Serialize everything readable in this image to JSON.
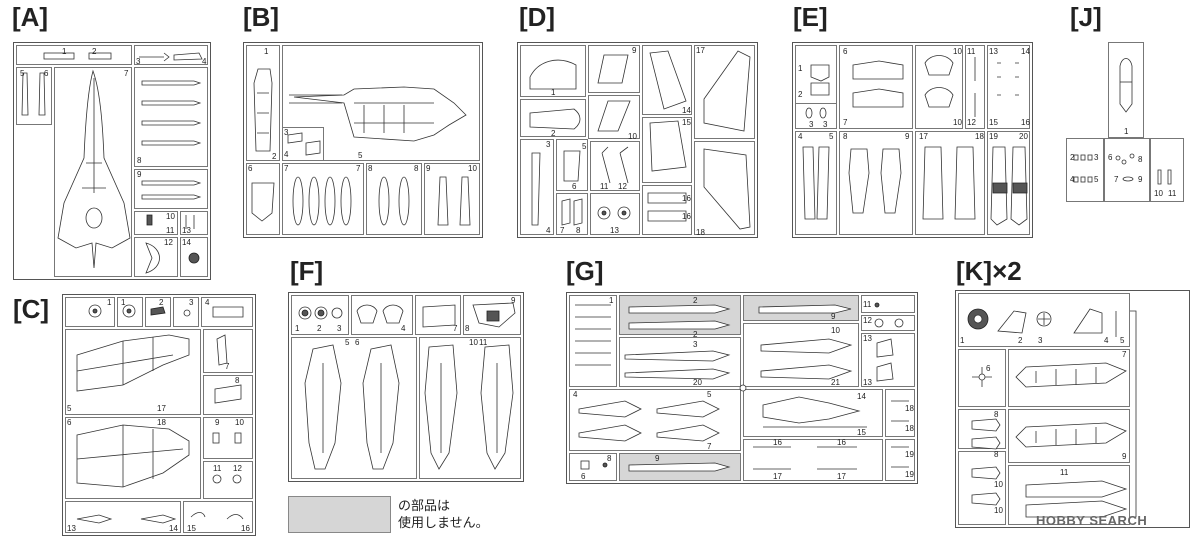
{
  "sprues": {
    "A": {
      "label": "[A]",
      "nums": [
        "1",
        "2",
        "3",
        "4",
        "5",
        "6",
        "7",
        "8",
        "9",
        "10",
        "11",
        "12",
        "13",
        "14"
      ]
    },
    "B": {
      "label": "[B]",
      "nums": [
        "1",
        "2",
        "3",
        "4",
        "5",
        "6",
        "7",
        "7",
        "8",
        "8",
        "9",
        "10"
      ]
    },
    "C": {
      "label": "[C]",
      "nums": [
        "1",
        "1",
        "2",
        "3",
        "4",
        "5",
        "6",
        "7",
        "8",
        "9",
        "10",
        "11",
        "12",
        "13",
        "14",
        "15",
        "16",
        "17",
        "18"
      ]
    },
    "D": {
      "label": "[D]",
      "nums": [
        "1",
        "2",
        "3",
        "4",
        "5",
        "6",
        "7",
        "8",
        "9",
        "10",
        "11",
        "12",
        "13",
        "14",
        "15",
        "16",
        "16",
        "17",
        "18"
      ]
    },
    "E": {
      "label": "[E]",
      "nums": [
        "1",
        "2",
        "3",
        "3",
        "4",
        "5",
        "6",
        "7",
        "8",
        "9",
        "10",
        "10",
        "11",
        "12",
        "13",
        "14",
        "15",
        "16",
        "17",
        "18",
        "19",
        "20"
      ]
    },
    "F": {
      "label": "[F]",
      "nums": [
        "1",
        "2",
        "3",
        "4",
        "5",
        "6",
        "7",
        "8",
        "9",
        "10",
        "11"
      ]
    },
    "G": {
      "label": "[G]",
      "nums": [
        "1",
        "2",
        "2",
        "3",
        "4",
        "5",
        "6",
        "7",
        "8",
        "9",
        "9",
        "10",
        "11",
        "12",
        "13",
        "13",
        "14",
        "15",
        "16",
        "16",
        "17",
        "17",
        "18",
        "18",
        "19",
        "19",
        "20",
        "21"
      ]
    },
    "J": {
      "label": "[J]",
      "nums": [
        "1",
        "2",
        "3",
        "4",
        "5",
        "6",
        "7",
        "8",
        "9",
        "10",
        "11"
      ]
    },
    "K": {
      "label": "[K]×2",
      "nums": [
        "1",
        "2",
        "3",
        "4",
        "5",
        "6",
        "7",
        "8",
        "8",
        "9",
        "10",
        "10",
        "11"
      ]
    }
  },
  "legend": {
    "line1": "の部品は",
    "line2": "使用しません。"
  },
  "watermark": "HOBBY SEARCH",
  "colors": {
    "frame": "#555555",
    "unused_fill": "#d6d6d6",
    "ink": "#222222"
  }
}
